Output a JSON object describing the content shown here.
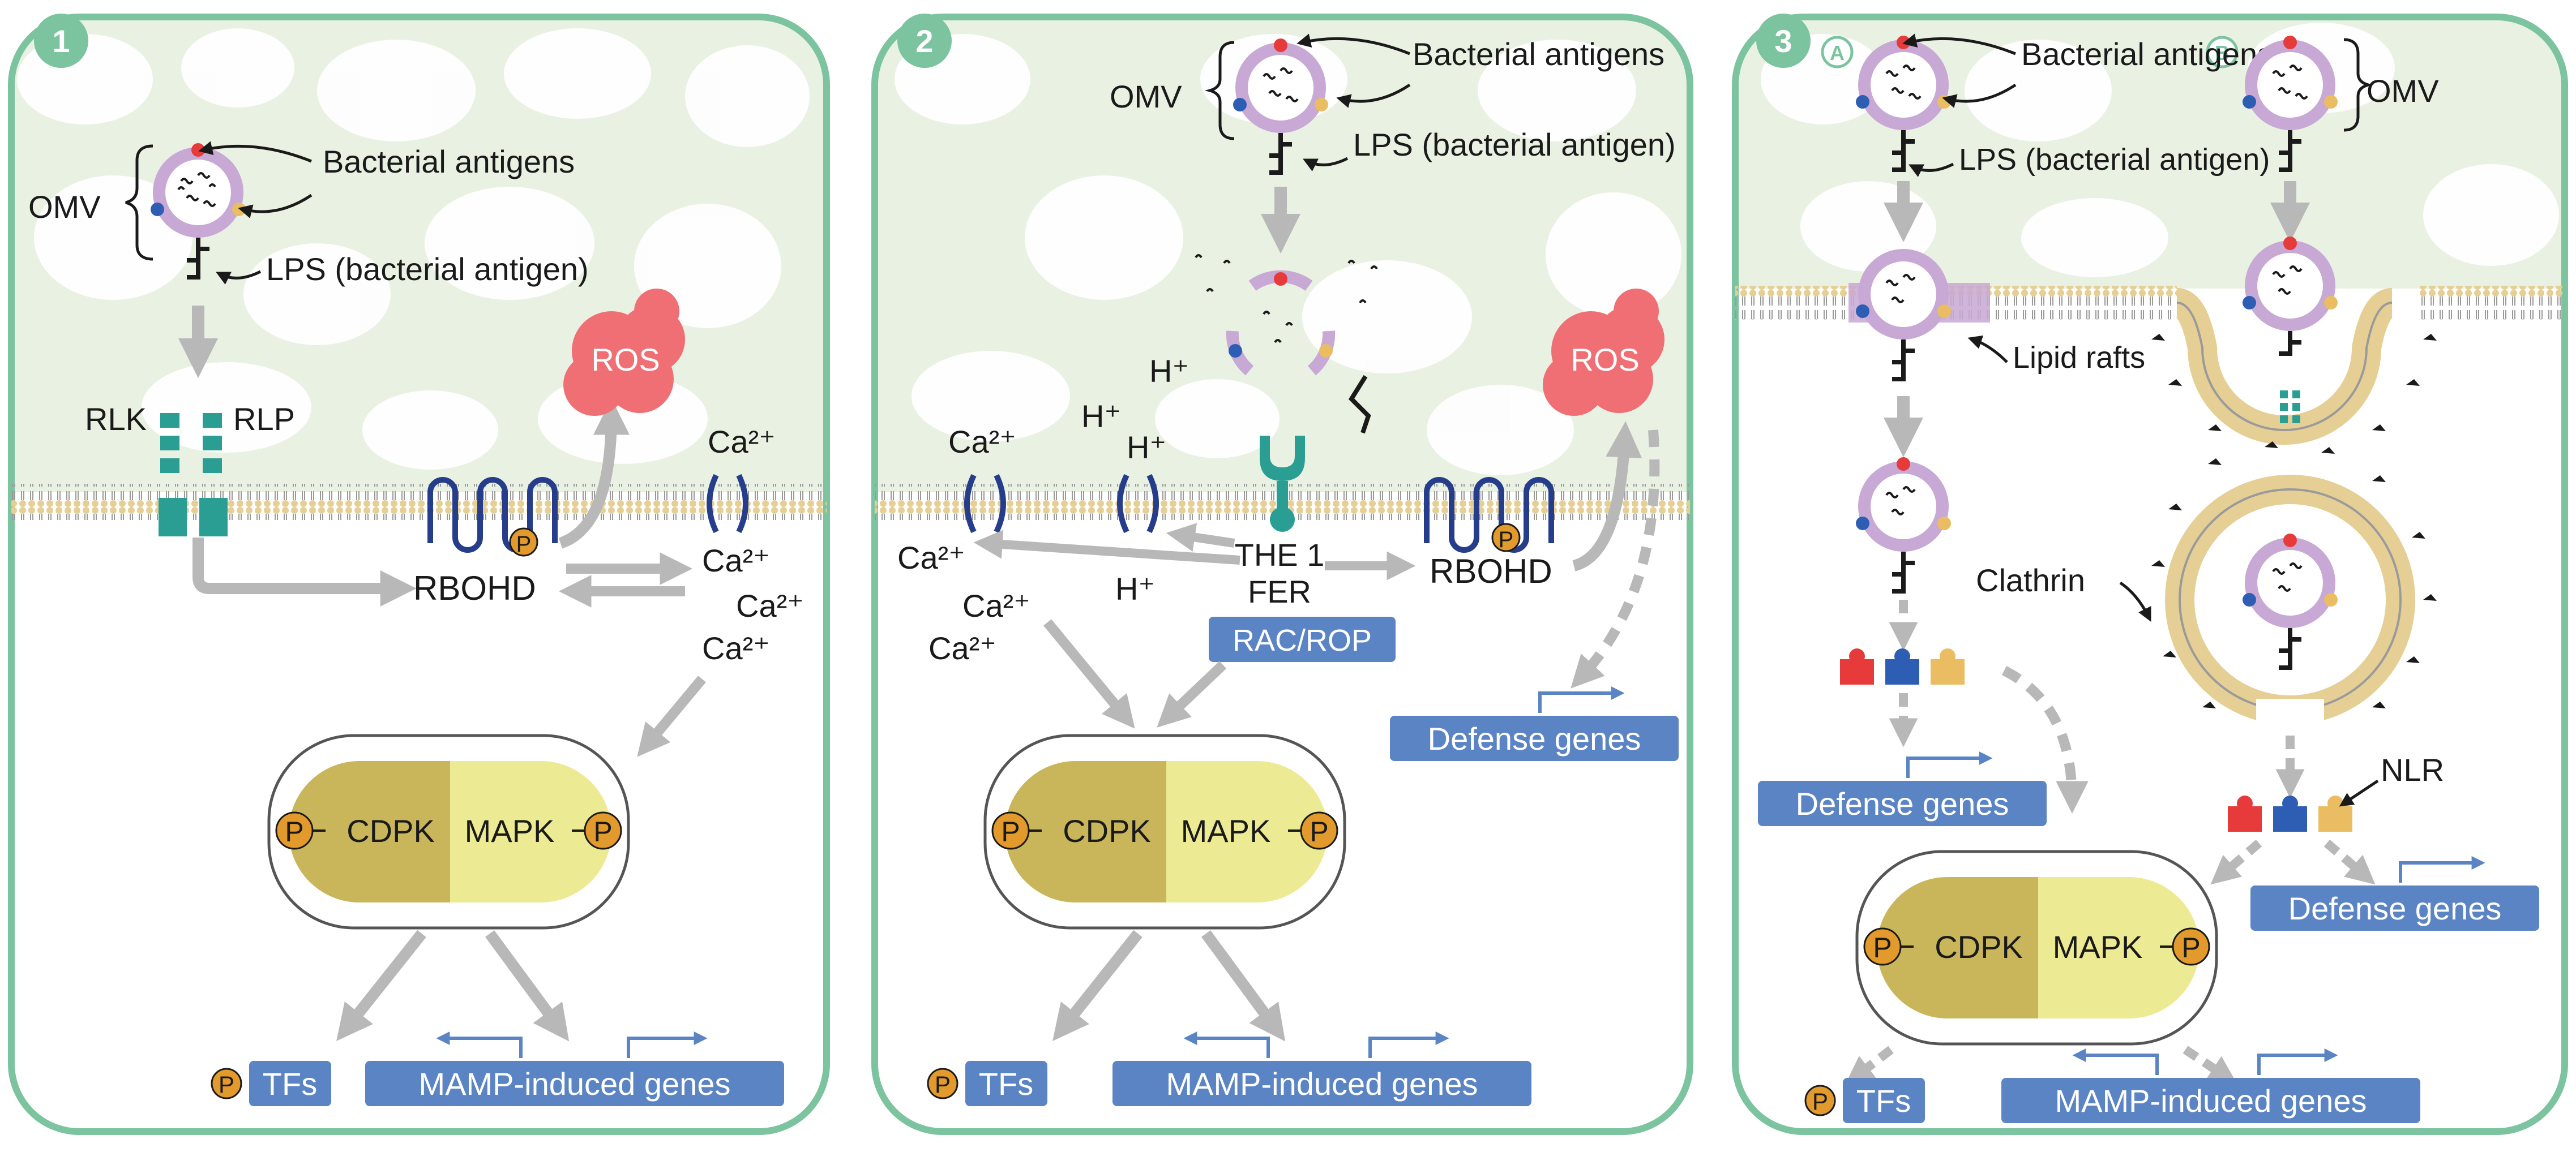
{
  "colors": {
    "panel_border": "#7cc3a0",
    "background_tint": "#e9f1e3",
    "membrane_lipid": "#e6cf95",
    "receptor": "#2a9e92",
    "ros": "#ef6f74",
    "gene_box": "#5b84c4",
    "phospho": "#e39a2c",
    "cdpk": "#c9b65a",
    "mapk": "#ecea93",
    "channel": "#253d8a",
    "arrow": "#b8b8b8",
    "omv": "#c8a8d4",
    "antigen_red": "#e73a3a",
    "antigen_blue": "#2e5eb4",
    "antigen_yellow": "#ebbd62"
  },
  "icons": [
    "omv-vesicle-icon",
    "ros-cloud-icon",
    "receptor-icon",
    "calcium-channel-icon",
    "rbohd-protein-icon",
    "phosphate-icon",
    "gene-arrow-icon",
    "clathrin-icon",
    "lipid-raft-icon"
  ],
  "panels": [
    {
      "number": "1",
      "labels": {
        "omv": "OMV",
        "bacterial_antigens": "Bacterial antigens",
        "lps": "LPS (bacterial antigen)",
        "ros": "ROS",
        "rlk": "RLK",
        "rlp": "RLP",
        "rbohd": "RBOHD",
        "ca": "Ca²⁺",
        "p": "P",
        "cdpk": "CDPK",
        "mapk": "MAPK",
        "tfs": "TFs",
        "mamp_genes": "MAMP-induced genes"
      }
    },
    {
      "number": "2",
      "labels": {
        "omv": "OMV",
        "bacterial_antigens": "Bacterial antigens",
        "lps": "LPS (bacterial antigen)",
        "ros": "ROS",
        "h": "H⁺",
        "ca": "Ca²⁺",
        "the1": "THE 1",
        "fer": "FER",
        "rbohd": "RBOHD",
        "rac_rop": "RAC/ROP",
        "defense_genes": "Defense genes",
        "p": "P",
        "cdpk": "CDPK",
        "mapk": "MAPK",
        "tfs": "TFs",
        "mamp_genes": "MAMP-induced genes"
      }
    },
    {
      "number": "3",
      "labels": {
        "route_a": "A",
        "route_b": "B",
        "bacterial_antigens": "Bacterial antigens",
        "lps": "LPS (bacterial antigen)",
        "omv": "OMV",
        "lipid_rafts": "Lipid rafts",
        "clathrin": "Clathrin",
        "nlr": "NLR",
        "defense_genes": "Defense genes",
        "p": "P",
        "cdpk": "CDPK",
        "mapk": "MAPK",
        "tfs": "TFs",
        "mamp_genes": "MAMP-induced genes"
      }
    }
  ]
}
